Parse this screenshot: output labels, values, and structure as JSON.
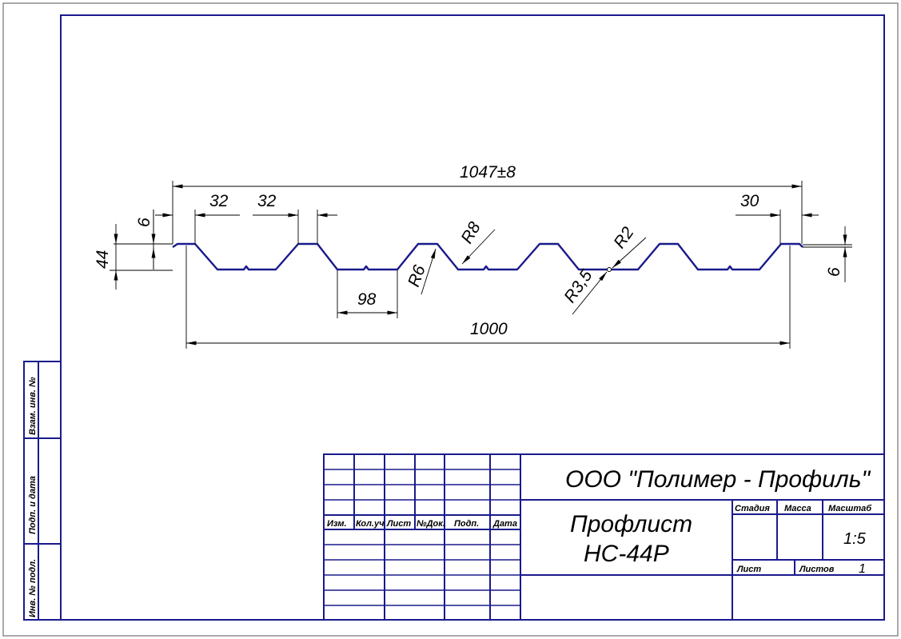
{
  "drawing": {
    "dimensions": {
      "overall_width": "1047±8",
      "crest_left": "32",
      "crest_second": "32",
      "crest_right": "30",
      "lip_left": "6",
      "lip_right": "6",
      "height": "44",
      "trough": "98",
      "useful_width": "1000",
      "radius_r6": "R6",
      "radius_r8": "R8",
      "radius_r2": "R2",
      "radius_r35": "R3,5"
    }
  },
  "side_strip": {
    "cells": [
      "Взам. инв. №",
      "Подп. и дата",
      "Инв. № подл."
    ]
  },
  "title_block": {
    "company": "ООО \"Полимер - Профиль\"",
    "name_line1": "Профлист",
    "name_line2": "НС-44Р",
    "revision_headers": [
      "Изм.",
      "Кол.уч",
      "Лист",
      "№Док.",
      "Подп.",
      "Дата"
    ],
    "stage_label": "Стадия",
    "mass_label": "Масса",
    "scale_label": "Масштаб",
    "scale_value": "1:5",
    "sheet_label": "Лист",
    "sheets_label": "Листов",
    "sheets_value": "1"
  },
  "colors": {
    "line": "#1a1a8c",
    "dim": "#000000"
  }
}
